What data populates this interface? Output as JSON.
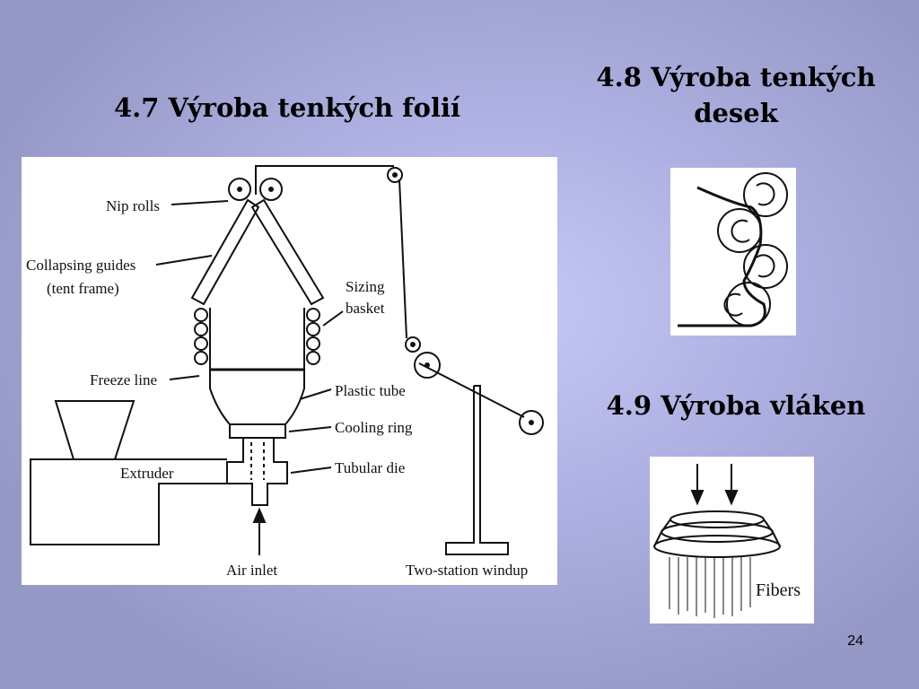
{
  "headings": {
    "film": "4.7 Výroba tenkých folií",
    "sheet": "4.8 Výroba tenkých\ndesek",
    "fiber": "4.9 Výroba vláken"
  },
  "film_diagram": {
    "labels": {
      "nip_rolls": "Nip rolls",
      "collapsing_guides": "Collapsing guides",
      "tent_frame": "(tent frame)",
      "sizing": "Sizing",
      "basket": "basket",
      "freeze_line": "Freeze line",
      "plastic_tube": "Plastic tube",
      "cooling_ring": "Cooling ring",
      "extruder": "Extruder",
      "tubular_die": "Tubular die",
      "air_inlet": "Air inlet",
      "windup": "Two-station windup"
    }
  },
  "fiber_diagram": {
    "label": "Fibers"
  },
  "page_number": "24"
}
